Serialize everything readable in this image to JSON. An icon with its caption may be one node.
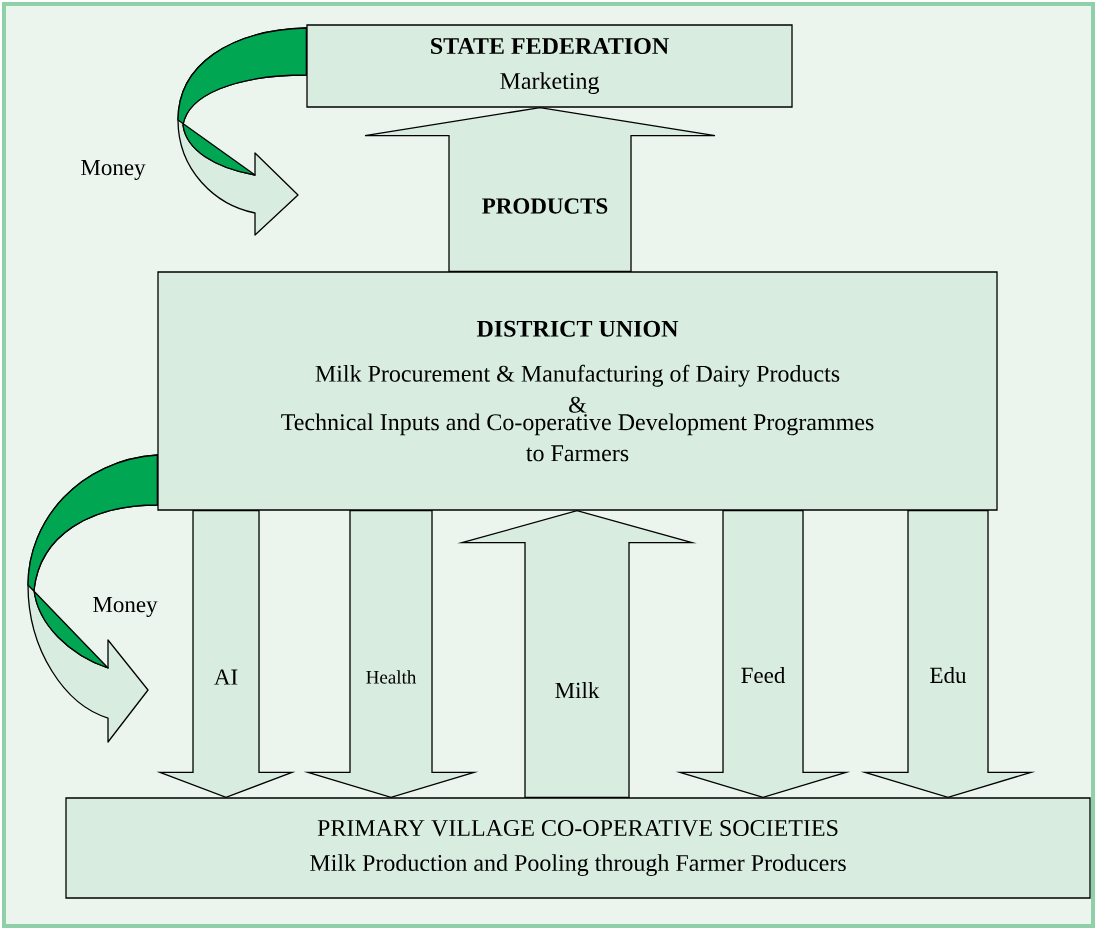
{
  "diagram": {
    "nodes": [
      {
        "text": [
          "STATE FEDERATION",
          "Marketing"
        ]
      },
      {
        "text": [
          "DISTRICT UNION",
          "Milk Procurement & Manufacturing of Dairy Products",
          "&",
          "Technical Inputs and Co-operative Development Programmes to Farmers"
        ]
      },
      {
        "text": [
          "PRIMARY VILLAGE CO-OPERATIVE SOCIETIES",
          "Milk Production and Pooling through Farmer Producers"
        ]
      }
    ],
    "edges": [
      {
        "from": 0,
        "to": null,
        "arrow": "to",
        "label": "Money"
      },
      {
        "from": 1,
        "to": 0,
        "arrow": "to",
        "label": "PRODUCTS"
      },
      {
        "from": 1,
        "to": null,
        "arrow": "to",
        "label": "Money"
      },
      {
        "from": 1,
        "to": 2,
        "arrow": "to",
        "label": "AI"
      },
      {
        "from": 1,
        "to": 2,
        "arrow": "to",
        "label": "Health"
      },
      {
        "from": 2,
        "to": 1,
        "arrow": "to",
        "label": "Milk"
      },
      {
        "from": 1,
        "to": 2,
        "arrow": "to",
        "label": "Feed"
      },
      {
        "from": 1,
        "to": 2,
        "arrow": "to",
        "label": "Edu"
      }
    ]
  }
}
